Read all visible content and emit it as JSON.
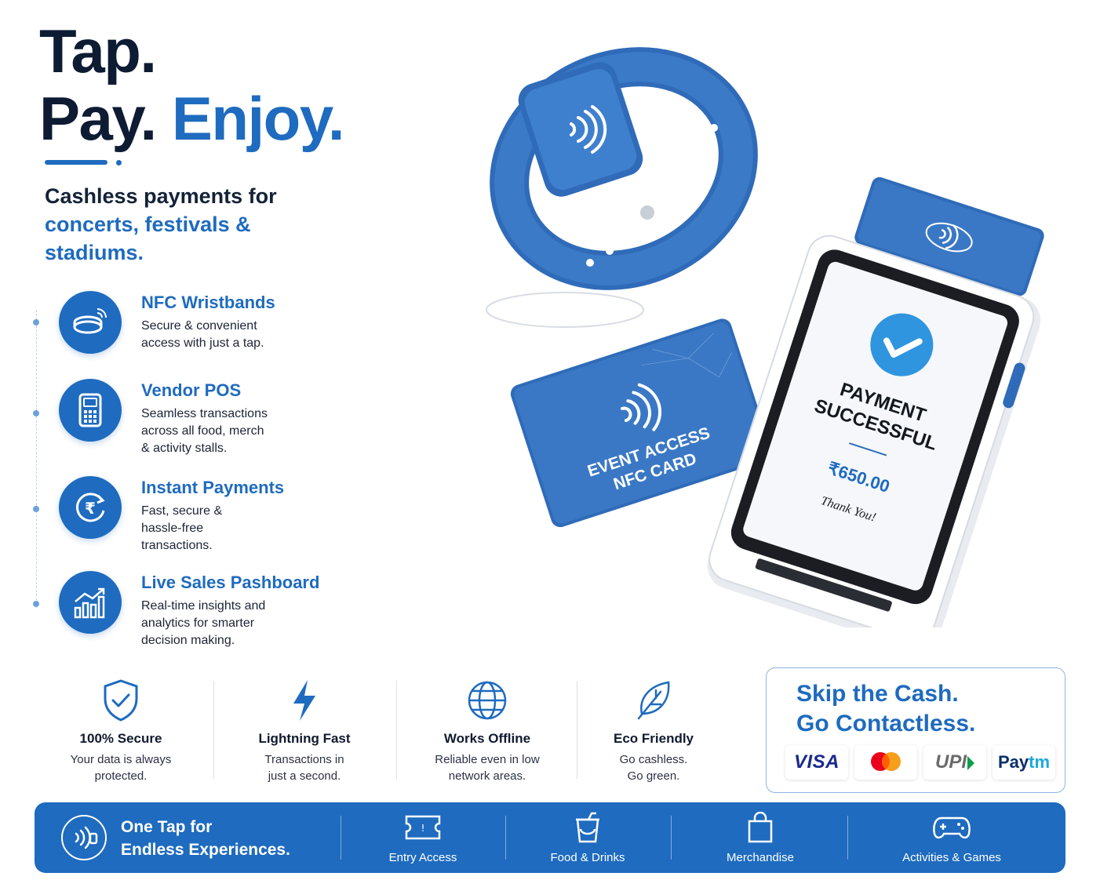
{
  "hero": {
    "line1": "Tap.",
    "line2_a": "Pay.",
    "line2_b": "Enjoy.",
    "sub_a": "Cashless payments for",
    "sub_b": "concerts, festivals & stadiums."
  },
  "features": [
    {
      "icon": "wristband-icon",
      "title": "NFC Wristbands",
      "desc": "Secure & convenient\naccess with just a tap."
    },
    {
      "icon": "pos-terminal-icon",
      "title": "Vendor POS",
      "desc": "Seamless transactions\nacross all food, merch\n& activity stalls."
    },
    {
      "icon": "rupee-refresh-icon",
      "title": "Instant Payments",
      "desc": "Fast, secure &\nhassle-free\ntransactions."
    },
    {
      "icon": "bar-chart-icon",
      "title": "Live Sales Pashboard",
      "desc": "Real-time insights and\nanalytics for smarter\ndecision making."
    }
  ],
  "illustration": {
    "card_line1": "EVENT ACCESS",
    "card_line2": "NFC CARD",
    "screen_line1": "PAYMENT",
    "screen_line2": "SUCCESSFUL",
    "amount": "₹650.00",
    "thanks": "Thank You!"
  },
  "benefits": [
    {
      "icon": "shield-check-icon",
      "title": "100% Secure",
      "desc": "Your data is always\nprotected."
    },
    {
      "icon": "lightning-icon",
      "title": "Lightning Fast",
      "desc": "Transactions in\njust a second."
    },
    {
      "icon": "globe-icon",
      "title": "Works Offline",
      "desc": "Reliable even in low\nnetwork areas."
    },
    {
      "icon": "leaf-icon",
      "title": "Eco Friendly",
      "desc": "Go cashless.\nGo green."
    }
  ],
  "cash_card": {
    "title": "Skip the Cash.\nGo Contactless.",
    "logos": [
      "VISA",
      "mastercard",
      "UPI",
      "Paytm"
    ],
    "visa": "VISA",
    "upi": "UPI",
    "paytm_a": "Pay",
    "paytm_b": "tm"
  },
  "banner": {
    "title": "One Tap for\nEndless Experiences.",
    "items": [
      {
        "icon": "ticket-icon",
        "label": "Entry Access"
      },
      {
        "icon": "drink-cup-icon",
        "label": "Food & Drinks"
      },
      {
        "icon": "shopping-bag-icon",
        "label": "Merchandise"
      },
      {
        "icon": "gamepad-icon",
        "label": "Activities & Games"
      }
    ]
  },
  "colors": {
    "brand_blue": "#1e6bbf",
    "dark_navy": "#0d1b33",
    "success_blue": "#2f95de"
  }
}
